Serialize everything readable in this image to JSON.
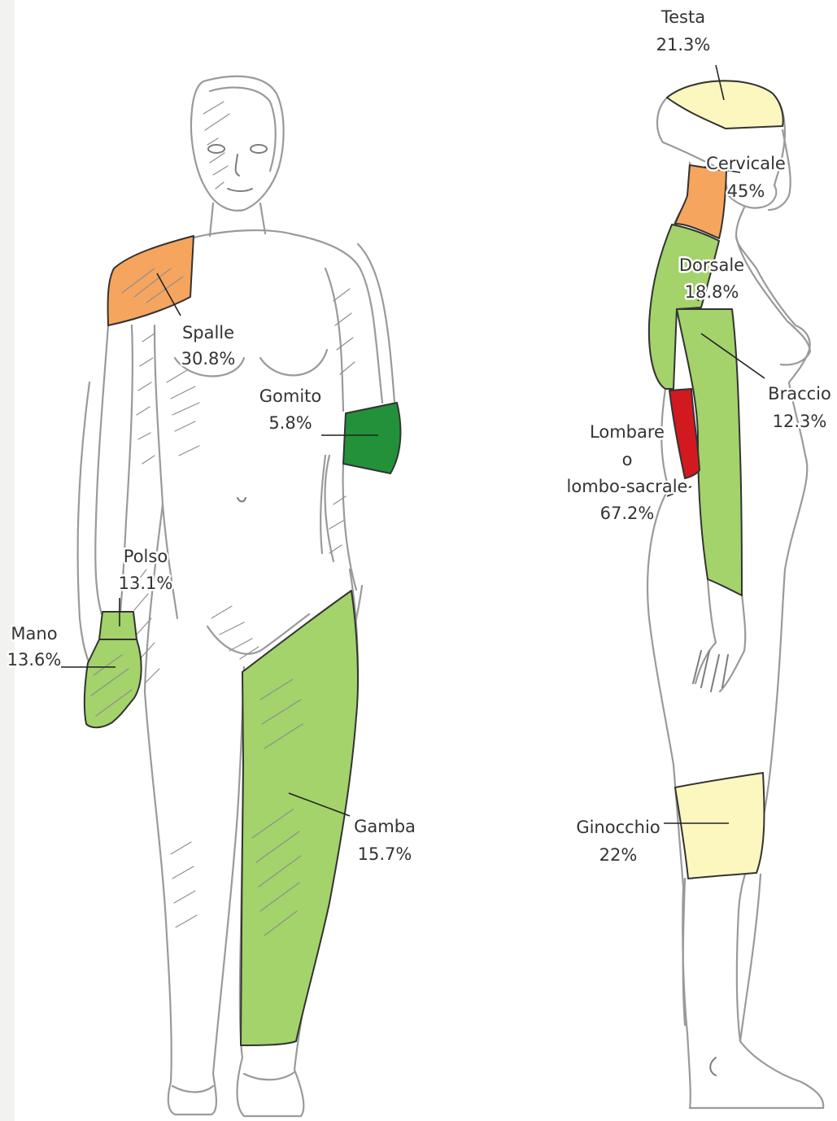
{
  "colors": {
    "low": "#fbf7be",
    "light_green": "#a3d36a",
    "dark_green": "#22913a",
    "orange": "#f6a55e",
    "red": "#d2191f",
    "outline": "#9a9a9a"
  },
  "front_figure": {
    "regions": [
      {
        "key": "spalle",
        "name": "Spalle",
        "value": "30.8%",
        "color": "orange"
      },
      {
        "key": "gomito",
        "name": "Gomito",
        "value": "5.8%",
        "color": "dark_green"
      },
      {
        "key": "polso",
        "name": "Polso",
        "value": "13.1%",
        "color": "light_green"
      },
      {
        "key": "mano",
        "name": "Mano",
        "value": "13.6%",
        "color": "light_green"
      },
      {
        "key": "gamba",
        "name": "Gamba",
        "value": "15.7%",
        "color": "light_green"
      }
    ]
  },
  "side_figure": {
    "regions": [
      {
        "key": "testa",
        "name": "Testa",
        "value": "21.3%",
        "color": "low"
      },
      {
        "key": "cervicale",
        "name": "Cervicale",
        "value": "45%",
        "color": "orange"
      },
      {
        "key": "dorsale",
        "name": "Dorsale",
        "value": "18.8%",
        "color": "light_green"
      },
      {
        "key": "braccio",
        "name": "Braccio",
        "value": "12.3%",
        "color": "light_green"
      },
      {
        "key": "lombare",
        "name_lines": [
          "Lombare",
          "o",
          "lombo-sacrale"
        ],
        "value": "67.2%",
        "color": "red"
      },
      {
        "key": "ginocchio",
        "name": "Ginocchio",
        "value": "22%",
        "color": "low"
      }
    ]
  }
}
